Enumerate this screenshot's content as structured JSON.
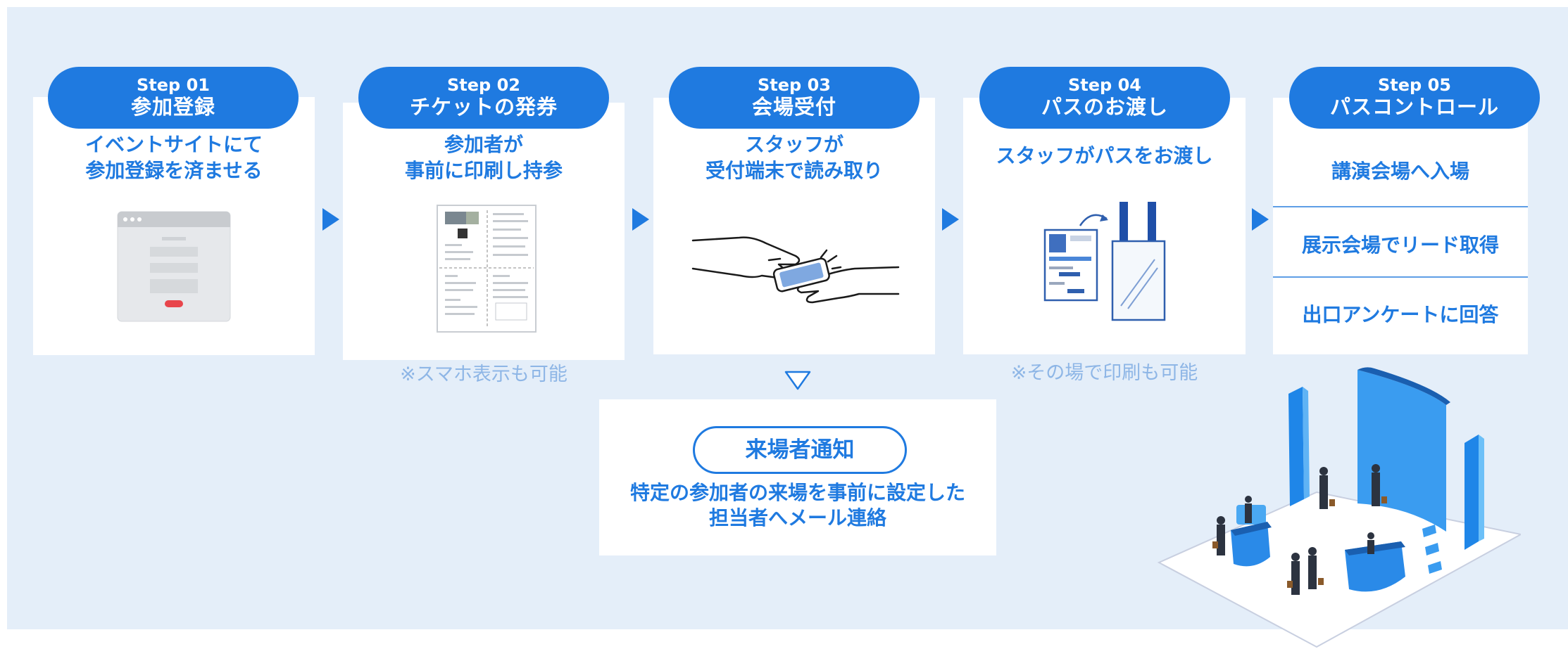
{
  "steps": [
    {
      "step": "Step 01",
      "title": "参加登録",
      "desc1": "イベントサイトにて",
      "desc2": "参加登録を済ませる"
    },
    {
      "step": "Step 02",
      "title": "チケットの発券",
      "desc1": "参加者が",
      "desc2": "事前に印刷し持参",
      "note": "※スマホ表示も可能"
    },
    {
      "step": "Step 03",
      "title": "会場受付",
      "desc1": "スタッフが",
      "desc2": "受付端末で読み取り"
    },
    {
      "step": "Step 04",
      "title": "パスのお渡し",
      "desc1": "スタッフがパスをお渡し",
      "note": "※その場で印刷も可能"
    },
    {
      "step": "Step 05",
      "title": "パスコントロール",
      "items": [
        "講演会場へ入場",
        "展示会場でリード取得",
        "出口アンケートに回答"
      ]
    }
  ],
  "notification": {
    "title": "来場者通知",
    "desc1": "特定の参加者の来場を事前に設定した",
    "desc2": "担当者へメール連絡"
  },
  "colors": {
    "accent": "#1f7ae0",
    "background": "#e4eef9",
    "note": "#8eb6e6"
  }
}
